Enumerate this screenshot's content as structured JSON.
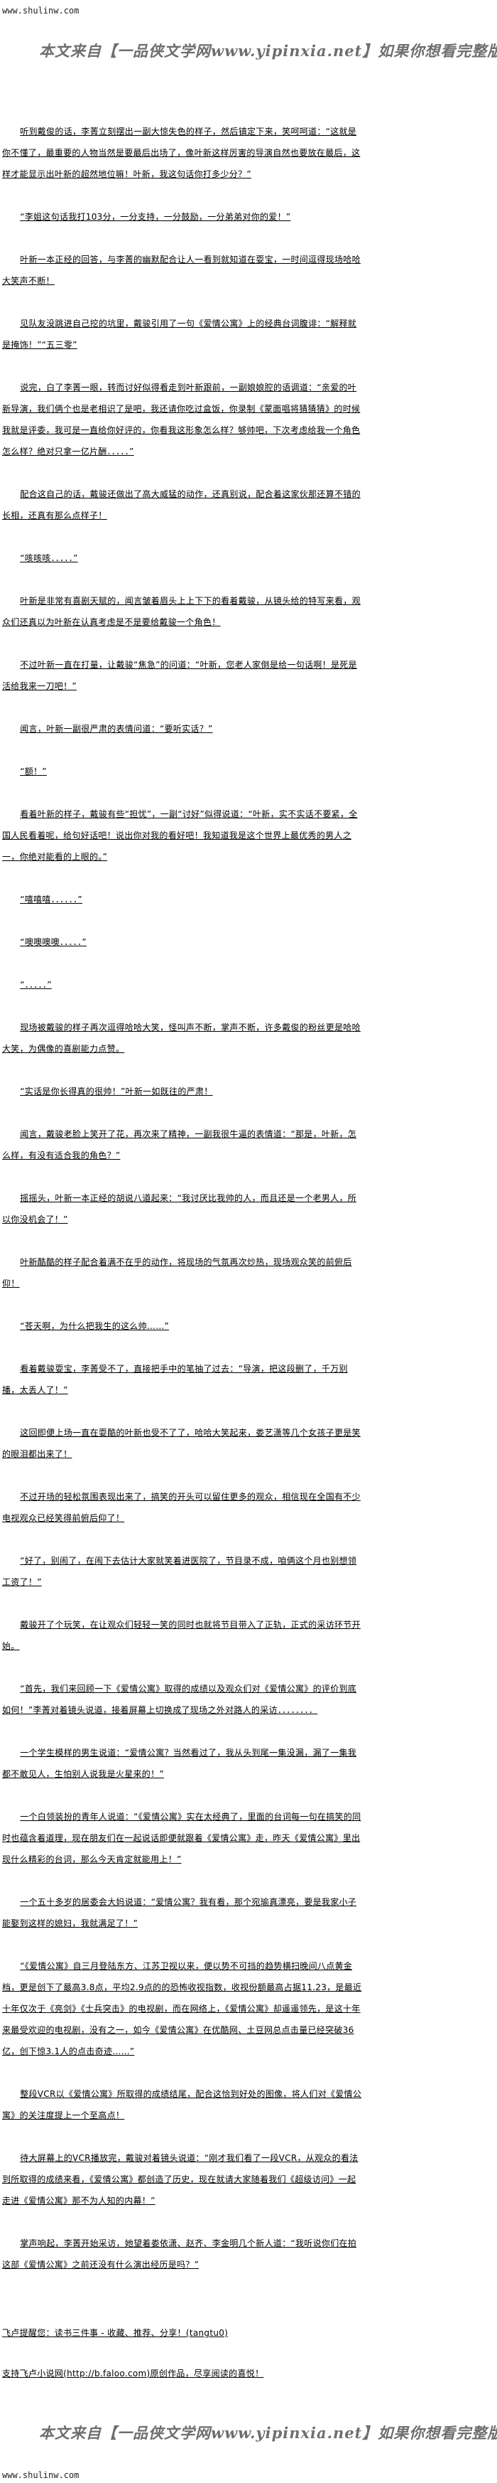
{
  "header": {
    "site": "www.shulinw.com",
    "watermark": "本文来自【一品侠文学网www.yipinxia.net】如果你想看完整版小说，请"
  },
  "paragraphs": [
    "听到戴俊的话，李菁立刻摆出一副大惊失色的样子，然后镇定下来，笑呵呵道：“这就是你不懂了，最重要的人物当然是要最后出场了，像叶新这样厉害的导演自然也要放在最后，这样才能显示出叶新的超然地位嘛！叶新，我这句话你打多少分？”",
    "“李姐这句话我打103分，一分支持，一分鼓励，一分弟弟对你的爱！”",
    "叶新一本正经的回答，与李菁的幽默配合让人一看到就知道在耍宝，一时间逗得现场哈哈大笑声不断！",
    "见队友没跳进自己挖的坑里，戴骏引用了一句《爱情公寓》上的经典台词腹诽：“解释就是掩饰！”“五三零”",
    "说完，白了李菁一眼，转而讨好似得看走到叶新跟前，一副娘娘腔的语调道：“亲爱的叶新导演，我们俩个也是老相识了是吧，我还请你吃过盒饭，你录制《蒙面唱将猜猜猜》的时候我就是评委，我可是一直给你好评的，你看我这形象怎么样？够帅吧，下次考虑给我一个角色怎么样？绝对只拿一亿片酬．．．．．”",
    "配合这自己的话，戴骏还做出了高大威猛的动作，还真别说，配合着这家伙那还算不错的长相，还真有那么点样子！",
    "“咳咳咳．．．．．”",
    "叶新是非常有喜剧天赋的，闻言皱着眉头上上下下的看着戴骏，从镜头给的特写来看，观众们还真以为叶新在认真考虑是不是要给戴骏一个角色！",
    "不过叶新一直在打量，让戴骏“焦急”的问道：“叶新，您老人家倒是给一句话啊！是死是活给我来一刀吧！”",
    "闻言，叶新一副很严肃的表情问道：“要听实话？”",
    "“额！”",
    "看着叶新的样子，戴骏有些“担忧”，一副“讨好”似得说道：“叶新，实不实话不要紧，全国人民看着呢，给句好话吧！说出你对我的看好吧！我知道我是这个世界上最优秀的男人之一，你绝对能看的上眼的。”",
    "“嘻嘻嘻．．．．．．”",
    "“噢噢噢噢．．．．．”",
    "“．．．．．”",
    "现场被戴骏的样子再次逗得哈哈大笑，怪叫声不断，掌声不断，许多戴俊的粉丝更是哈哈大笑，为偶像的喜剧能力点赞。",
    "“实话是你长得真的很帅！”叶新一如既往的严肃！",
    "闻言，戴骏老脸上笑开了花，再次来了精神，一副我很牛逼的表情道：“那是，叶新，怎么样，有没有适合我的角色？”",
    "摇摇头，叶新一本正经的胡说八道起来：“我讨厌比我帅的人，而且还是一个老男人，所以你没机会了！”",
    "叶新酷酷的样子配合着满不在乎的动作，将现场的气氛再次炒热，现场观众笑的前俯后仰！",
    "“苍天啊，为什么把我生的这么帅……”",
    "看着戴骏耍宝，李菁受不了，直接把手中的笔抽了过去：“导演，把这段删了，千万别播，太丢人了！”",
    "这回即便上场一直在耍酷的叶新也受不了了，哈哈大笑起来，娄艺潇等几个女孩子更是笑的眼泪都出来了！",
    "不过开场的轻松氛围表现出来了，搞笑的开头可以留住更多的观众，相信现在全国有不少电视观众已经笑得前俯后仰了！",
    "“好了，别闹了，在闹下去估计大家就笑着进医院了，节目录不成，咱俩这个月也别想领工资了！”",
    "戴骏开了个玩笑，在让观众们轻轻一笑的同时也就将节目带入了正轨，正式的采访环节开始。",
    "“首先，我们来回顾一下《爱情公寓》取得的成绩以及观众们对《爱情公寓》的评价到底如何！”李菁对着镜头说道，接着屏幕上切换成了现场之外对路人的采访．．．．．．．．",
    "一个学生模样的男生说道：“爱情公寓？当然看过了，我从头到尾一集没漏，漏了一集我都不敢见人，生怕别人说我是火星来的！”",
    "一个白领装扮的青年人说道：“《爱情公寓》实在太经典了，里面的台词每一句在搞笑的同时也蕴含着道理，现在朋友们在一起说话即便就跟着《爱情公寓》走，昨天《爱情公寓》里出现什么精彩的台词，那么今天肯定就能用上！”",
    "一个五十多岁的居委会大妈说道：“爱情公寓？我有看，那个宛瑜真漂亮，要是我家小子能娶到这样的媳妇，我就满足了！”",
    "“《爱情公寓》自三月登陆东方、江苏卫视以来，便以势不可挡的趋势横扫晚间八点黄金档，更是创下了最高3.8点，平均2.9点的的恐怖收视指数，收视份额最高占据11.23，是最近十年仅次于《亮剑》《士兵突击》的电视剧，而在网络上，《爱情公寓》却遥遥领先，是这十年来最受欢迎的电视剧，没有之一，如今《爱情公寓》在优酷网、土豆网总点击量已经突破36亿，创下惊3.1人的点击奇迹……”",
    "整段VCR以《爱情公寓》所取得的成绩结尾，配合这恰到好处的图像，将人们对《爱情公寓》的关注度提上一个至高点！",
    "待大屏幕上的VCR播放完，戴骏对着镜头说道：“刚才我们看了一段VCR，从观众的看法到所取得的成绩来看，《爱情公寓》都创造了历史，现在就请大家随着我们《超级访问》一起走进《爱情公寓》那不为人知的内幕！”",
    "掌声响起，李菁开始采访，她望着娄依潇、赵齐、李金明几个新人道：“我听说你们在拍这部《爱情公寓》之前还没有什么演出经历是吗？”"
  ],
  "footer": {
    "reminder": "飞卢提醒您：读书三件事 - 收藏、推荐、分享！(tangtu0)",
    "support": "支持飞卢小说网(http://b.faloo.com)原创作品，尽享阅读的喜悦！"
  }
}
